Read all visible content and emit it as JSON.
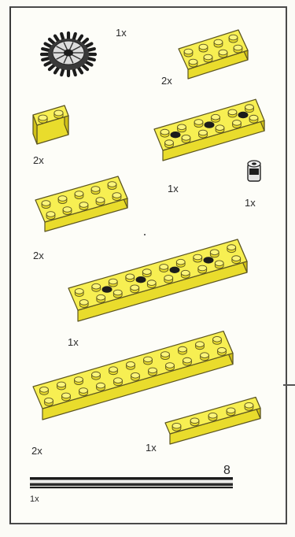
{
  "parts": [
    {
      "id": "gear",
      "qty": "1x",
      "kind": "gear-wheel"
    },
    {
      "id": "plate-2x4-top",
      "qty": "2x",
      "kind": "plate-2x4"
    },
    {
      "id": "brick-1x2",
      "qty": "2x",
      "kind": "brick-1x2"
    },
    {
      "id": "plate-2x6-inner",
      "qty": "1x",
      "kind": "plate-2x6-with-dark-details"
    },
    {
      "id": "bush",
      "qty": "1x",
      "kind": "technic-bush"
    },
    {
      "id": "plate-2x4-left",
      "qty": "2x",
      "kind": "plate-2x4"
    },
    {
      "id": "plate-2x10-dark",
      "qty": "1x",
      "kind": "plate-2x10-with-dark-details"
    },
    {
      "id": "plate-2x8",
      "qty": "2x",
      "kind": "plate-2x8"
    },
    {
      "id": "plate-1x4",
      "qty": "1x",
      "kind": "plate-1x4"
    },
    {
      "id": "axle-8",
      "qty": "1x",
      "kind": "axle",
      "length_label": "8"
    }
  ],
  "colors": {
    "brick_top": "#f7ef52",
    "brick_front": "#e9dc2c",
    "brick_side": "#d1c118",
    "stud_top": "#fbf57a",
    "outline": "#5c5520",
    "dark_detail": "#1c1c1c",
    "text": "#2a2a2a"
  }
}
